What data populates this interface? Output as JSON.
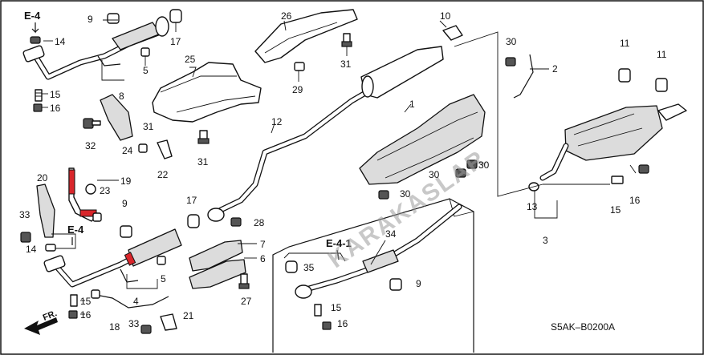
{
  "refs": {
    "e4_top": "E-4",
    "e4_mid": "E-4",
    "e41": "E-4-1"
  },
  "front_marker": "FR.",
  "diagram_code": "S5AK–B0200A",
  "watermark": "KARAKASLAR",
  "callouts": {
    "n1": "1",
    "n2": "2",
    "n3": "3",
    "n4": "4",
    "n5a": "5",
    "n5b": "5",
    "n6": "6",
    "n7": "7",
    "n8": "8",
    "n9a": "9",
    "n9b": "9",
    "n9c": "9",
    "n10": "10",
    "n11a": "11",
    "n11b": "11",
    "n12": "12",
    "n13": "13",
    "n14a": "14",
    "n14b": "14",
    "n15a": "15",
    "n15b": "15",
    "n15c": "15",
    "n15d": "15",
    "n16a": "16",
    "n16b": "16",
    "n16c": "16",
    "n16d": "16",
    "n17a": "17",
    "n17b": "17",
    "n18": "18",
    "n19": "19",
    "n20": "20",
    "n21": "21",
    "n22": "22",
    "n23": "23",
    "n24": "24",
    "n25": "25",
    "n26": "26",
    "n27": "27",
    "n28": "28",
    "n29": "29",
    "n30a": "30",
    "n30b": "30",
    "n30c": "30",
    "n30d": "30",
    "n31a": "31",
    "n31b": "31",
    "n31c": "31",
    "n32": "32",
    "n33a": "33",
    "n33b": "33",
    "n34": "34",
    "n35": "35"
  },
  "colors": {
    "highlight": "#d9262b",
    "line": "#111111",
    "watermark": "#9a9a9a"
  }
}
